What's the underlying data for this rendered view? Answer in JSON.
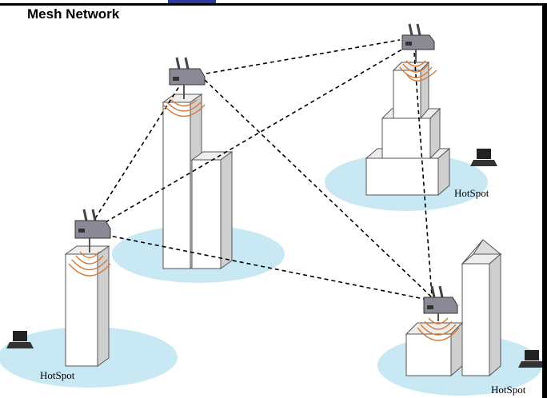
{
  "title": "Mesh Network",
  "hotspot_labels": [
    "HotSpot",
    "HotSpot",
    "HotSpot"
  ],
  "colors": {
    "top_band": "#2d3c9c",
    "rule": "#000000",
    "coverage_area": "#c8e8f4",
    "building_front": "#ffffff",
    "building_side": "#cfcfcf",
    "building_top": "#eeeeee",
    "router_body": "#8a8a96",
    "signal_waves": "#d57a3a",
    "mesh_link": "#000000"
  },
  "icons": [
    "router-icon",
    "laptop-icon",
    "signal-wave-icon"
  ]
}
